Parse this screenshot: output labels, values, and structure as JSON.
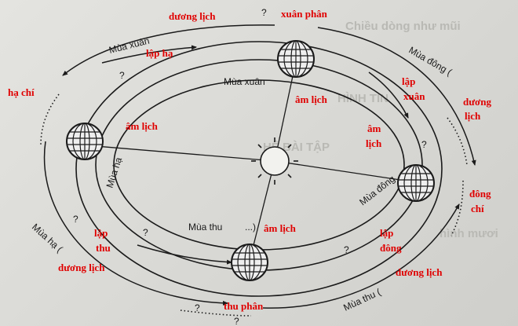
{
  "diagram": {
    "background_ghost_lines": [
      "Chiều dòng như mũi",
      "HÌNH TIN",
      "HỆ BÀI TẬP",
      "hình mươi"
    ],
    "seasons": {
      "spring": "Mùa xuân",
      "summer": "Mùa hạ",
      "autumn": "Mùa thu",
      "winter": "Mùa đông"
    },
    "outer_labels": {
      "spring": "Mùa xuân",
      "winter": "Mùa đông (",
      "summer": "Mùa hạ (",
      "autumn": "Mùa thu (",
      "blank_after": "...)"
    },
    "question_mark": "?",
    "dots": "..........",
    "annotations": {
      "duong_lich_top": "dương lịch",
      "xuan_phan": "xuân phân",
      "lap_ha": "lập hạ",
      "ha_chi": "hạ chí",
      "am_lich_left": "âm lịch",
      "am_lich_top": "âm lịch",
      "lap_xuan_1": "lập",
      "lap_xuan_2": "xuân",
      "duong_lich_right_1": "dương",
      "duong_lich_right_2": "lịch",
      "am_lich_right_1": "âm",
      "am_lich_right_2": "lịch",
      "dong_chi_1": "đông",
      "dong_chi_2": "chí",
      "am_lich_bottom": "âm lịch",
      "lap_dong_1": "lập",
      "lap_dong_2": "đông",
      "duong_lich_bottom_right": "dương lịch",
      "lap_thu_1": "lập",
      "lap_thu_2": "thu",
      "duong_lich_bottom_left": "dương lịch",
      "thu_phan": "thu phân"
    },
    "colors": {
      "annotation": "#e00000",
      "ink": "#1a1a1a"
    }
  }
}
